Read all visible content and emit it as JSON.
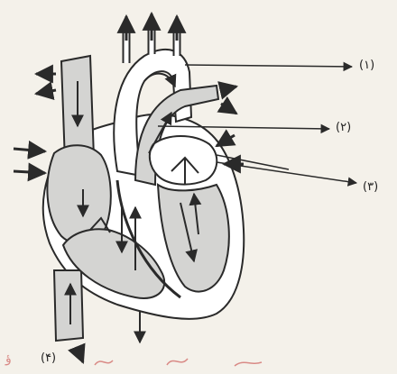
{
  "labels": {
    "l1": "(١)",
    "l2": "(٢)",
    "l3": "(٣)",
    "l4": "(۴)"
  },
  "colors": {
    "paper": "#f4f1ea",
    "ink": "#2a2a2a",
    "fill_chamber": "#d4d4d2",
    "fill_wall": "#ffffff",
    "red_mark": "#d98a86"
  },
  "marks": {
    "margin_mark": "ؤ"
  }
}
